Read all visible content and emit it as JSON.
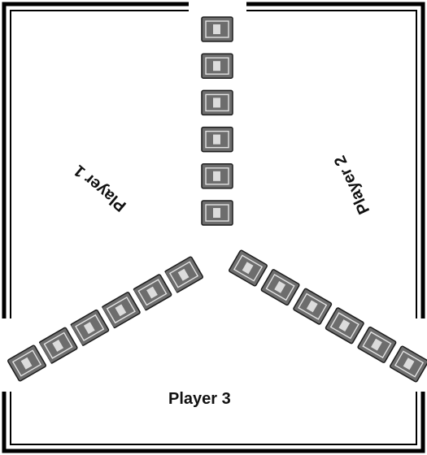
{
  "players": [
    {
      "id": "p1",
      "label": "Player 1"
    },
    {
      "id": "p2",
      "label": "Player 2"
    },
    {
      "id": "p3",
      "label": "Player 3"
    }
  ],
  "cards_per_row": 6,
  "colors": {
    "frame": "#000000",
    "card": "#6d6d6d",
    "background": "#ffffff"
  }
}
